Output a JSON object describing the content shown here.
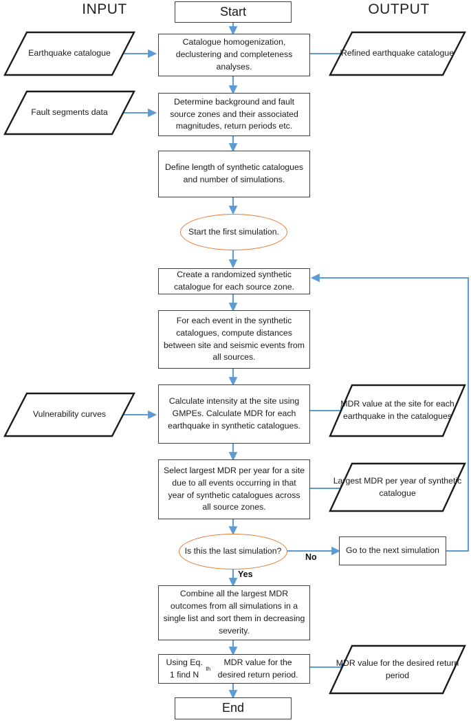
{
  "diagram": {
    "title": "Seismic risk MDR simulation flowchart",
    "colors": {
      "box_stroke": "#3f3f3f",
      "data_stroke": "#1a1a1a",
      "decision_stroke": "#e07b33",
      "arrow": "#5b9bd5",
      "background": "#ffffff",
      "text": "#1a1a1a"
    },
    "columns": {
      "input_header": "INPUT",
      "output_header": "OUTPUT"
    },
    "nodes": {
      "start": "Start",
      "end": "End",
      "step_catalogue": "Catalogue homogenization, declustering and completeness analyses.",
      "step_sources": "Determine background and fault source zones and their associated magnitudes, return periods etc.",
      "step_define": "Define length of synthetic catalogues and number of simulations.",
      "decision_first": "Start the first simulation.",
      "step_create": "Create a randomized synthetic catalogue for each source zone.",
      "step_distances": "For each event in the synthetic catalogues, compute distances between site and seismic events from all sources.",
      "step_intensity": "Calculate intensity at the site using GMPEs. Calculate MDR for each earthquake in synthetic catalogues.",
      "step_largest": "Select largest MDR per year for a site due to all events occurring in that year of synthetic catalogues across all source zones.",
      "decision_last": "Is this the last simulation?",
      "step_next": "Go to the next simulation",
      "step_combine": "Combine all the largest MDR outcomes from all simulations in a single list and sort them in decreasing severity.",
      "step_eq1_html": "Using Eq. 1 find N<sup>th</sup> MDR value for the desired return period.",
      "input_earthquake": "Earthquake catalogue",
      "input_fault": "Fault segments data",
      "input_vulnerability": "Vulnerability curves",
      "output_refined": "Refined earthquake catalogue",
      "output_mdr_site": "MDR value at the site for each earthquake in the catalogues",
      "output_largest_mdr": "Largest MDR per year of synthetic catalogue",
      "output_mdr_return": "MDR value for the desired return period"
    },
    "edge_labels": {
      "no": "No",
      "yes": "Yes"
    }
  }
}
